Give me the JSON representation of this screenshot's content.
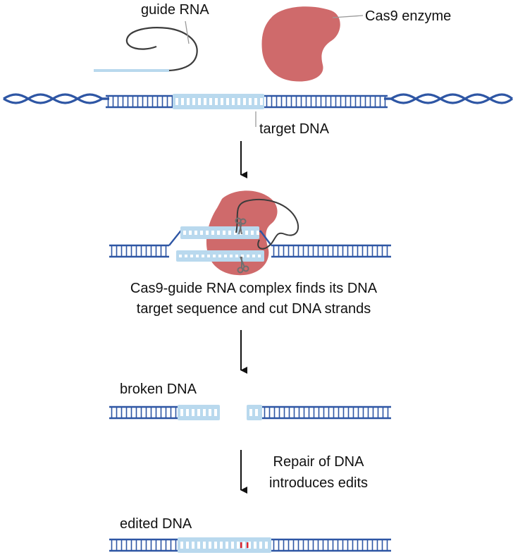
{
  "labels": {
    "guide_rna": "guide RNA",
    "cas9_enzyme": "Cas9 enzyme",
    "target_dna": "target DNA",
    "complex_caption_line1": "Cas9-guide RNA complex finds its DNA",
    "complex_caption_line2": "target sequence and cut DNA strands",
    "broken_dna": "broken DNA",
    "repair_line1": "Repair of DNA",
    "repair_line2": "introduces edits",
    "edited_dna": "edited DNA"
  },
  "colors": {
    "dna_blue": "#2e56a4",
    "target_blue": "#b9d9ee",
    "cas9_red": "#cf6a6b",
    "guide_rna_dark": "#3c3c3c",
    "edit_red": "#e0272f",
    "scissors": "#6f6f6f",
    "leader_grey": "#9a9a9a"
  }
}
